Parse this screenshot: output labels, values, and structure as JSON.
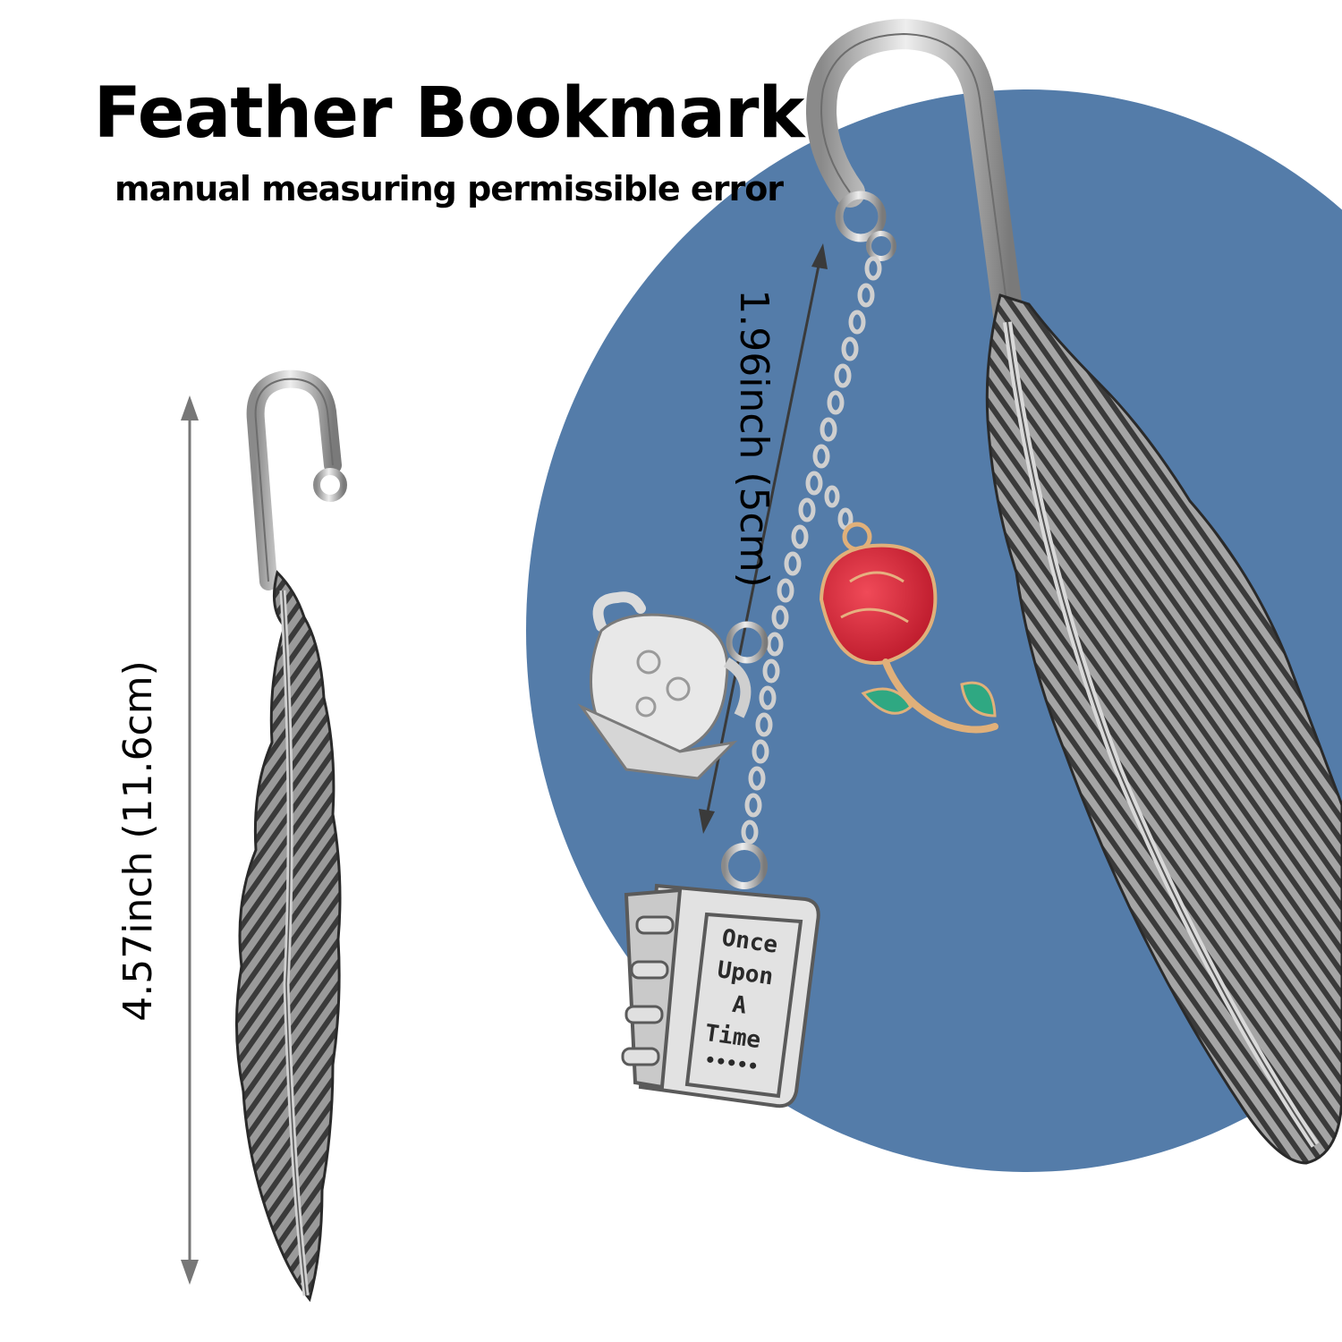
{
  "header": {
    "title": "Feather Bookmark",
    "subtitle": "manual measuring permissible error"
  },
  "dimensions": {
    "full_length": "4.57inch (11.6cm)",
    "chain_length": "1.96inch (5cm)"
  },
  "charms": {
    "book_text": [
      "Once",
      "Upon",
      "A",
      "Time"
    ]
  },
  "colors": {
    "background": "#ffffff",
    "circle": "#547ca9",
    "metal": "#c9c9c9",
    "metal_dark": "#5a5a5a",
    "rose": "#d8283c",
    "leaf": "#2fa882",
    "gold": "#e0b07a"
  },
  "icons": [
    "feather-bookmark-icon",
    "teapot-charm-icon",
    "rose-charm-icon",
    "book-charm-icon",
    "dimension-arrow-icon"
  ]
}
